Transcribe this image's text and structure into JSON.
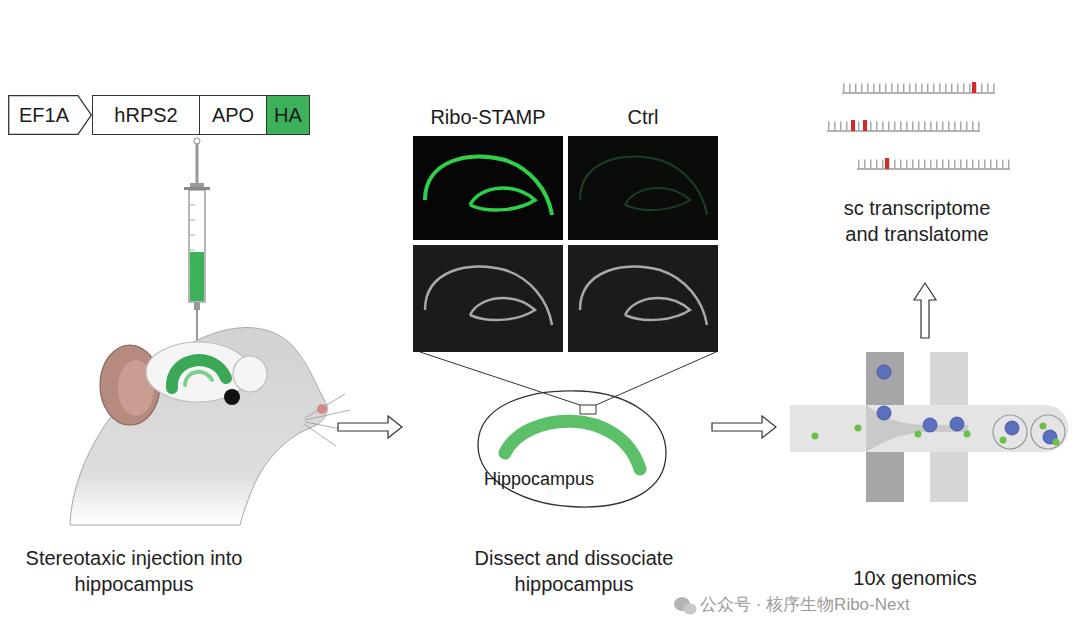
{
  "diagram": {
    "nodes": [
      {
        "text": [
          "EF1A"
        ]
      },
      {
        "text": [
          "hRPS2"
        ]
      },
      {
        "text": [
          "APO"
        ]
      },
      {
        "text": [
          "HA"
        ]
      },
      {
        "text": [
          "Ribo-STAMP"
        ]
      },
      {
        "text": [
          "Ctrl"
        ]
      },
      {
        "text": [
          "Hippocampus"
        ]
      }
    ],
    "labels": [
      "sc transcriptome and translatome",
      "Stereotaxic injection into hippocampus",
      "Dissect and dissociate hippocampus",
      "10x genomics",
      "公众号 · 核序生物Ribo-Next"
    ]
  }
}
